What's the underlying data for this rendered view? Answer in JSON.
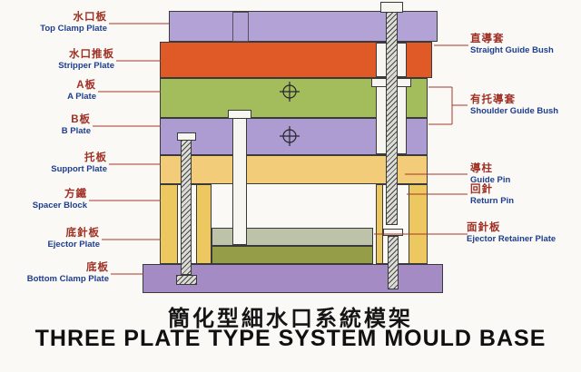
{
  "page": {
    "title_cn": "簡化型細水口系統模架",
    "title_en": "THREE PLATE TYPE SYSTEM MOULD BASE"
  },
  "left_labels": [
    {
      "cn": "水口板",
      "en": "Top Clamp Plate"
    },
    {
      "cn": "水口推板",
      "en": "Stripper Plate"
    },
    {
      "cn": "A板",
      "en": "A Plate"
    },
    {
      "cn": "B板",
      "en": "B Plate"
    },
    {
      "cn": "托板",
      "en": "Support Plate"
    },
    {
      "cn": "方鐵",
      "en": "Spacer Block"
    },
    {
      "cn": "底針板",
      "en": "Ejector Plate"
    },
    {
      "cn": "底板",
      "en": "Bottom Clamp Plate"
    }
  ],
  "right_labels": [
    {
      "cn": "直導套",
      "en": "Straight Guide Bush"
    },
    {
      "cn": "有托導套",
      "en": "Shoulder Guide Bush"
    },
    {
      "cn": "導柱",
      "en": "Guide Pin"
    },
    {
      "cn": "回針",
      "en": "Return Pin"
    },
    {
      "cn": "面針板",
      "en": "Ejector Retainer Plate"
    }
  ],
  "colors": {
    "top_clamp_plate": "#b3a2d6",
    "stripper_plate": "#e05a28",
    "a_plate": "#a3bd5c",
    "b_plate": "#ac9cd2",
    "support_plate": "#f3cc79",
    "spacer_block": "#edc75f",
    "ejector_retainer_plate": "#bdc3a8",
    "ejector_plate": "#959d48",
    "bottom_clamp_plate": "#a58bc4",
    "label_cn": "#a03024",
    "label_en": "#1d3d8f",
    "leader_line": "#a63826"
  }
}
